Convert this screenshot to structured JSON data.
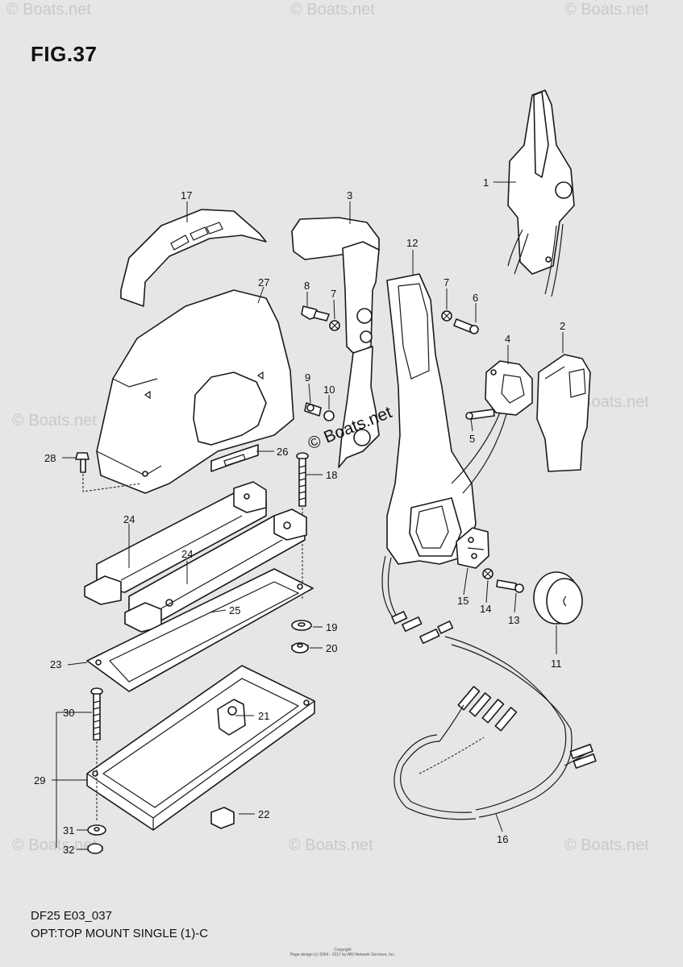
{
  "figure": {
    "title": "FIG.37",
    "code": "DF25 E03_037",
    "name": "OPT:TOP MOUNT SINGLE (1)-C"
  },
  "watermark": {
    "main": "© Boats.net",
    "faint": "© Boats.net"
  },
  "copyright": {
    "line1": "Copyright",
    "line2": "Page design (c) 2004 - 2017 by ARI Network Services, Inc."
  },
  "callouts": [
    "1",
    "2",
    "3",
    "4",
    "5",
    "6",
    "7",
    "7",
    "8",
    "9",
    "10",
    "11",
    "12",
    "13",
    "14",
    "15",
    "16",
    "17",
    "18",
    "19",
    "20",
    "21",
    "22",
    "23",
    "24",
    "24",
    "25",
    "26",
    "27",
    "28",
    "29",
    "30",
    "31",
    "32"
  ]
}
